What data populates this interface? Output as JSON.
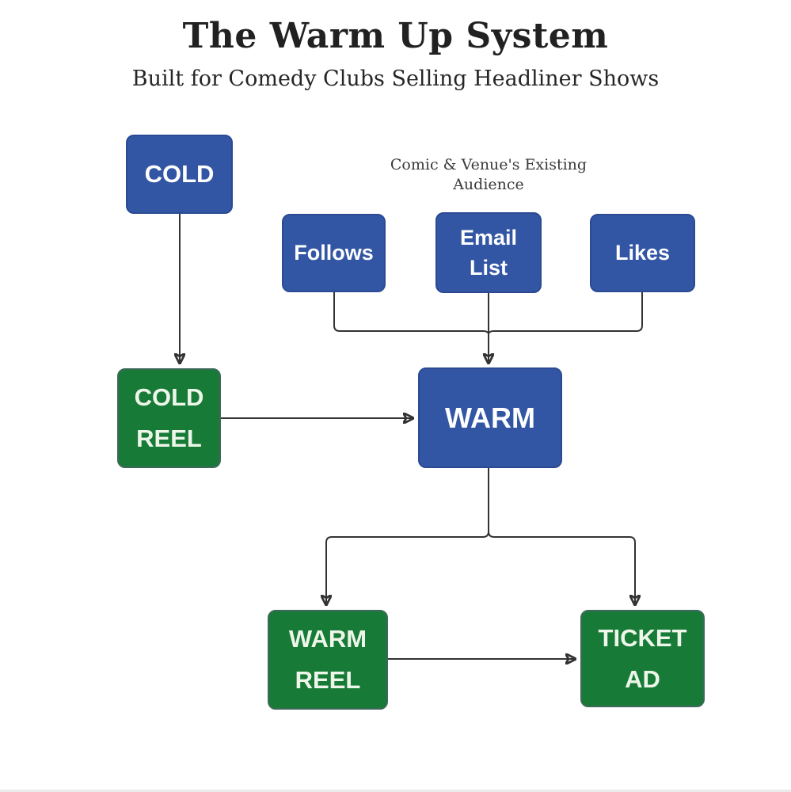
{
  "header": {
    "title": "The Warm Up System",
    "subtitle": "Built for Comedy Clubs Selling Headliner Shows"
  },
  "annotation": {
    "line1": "Comic & Venue's",
    "line2": "Existing Audience"
  },
  "nodes": {
    "cold": {
      "label": "COLD"
    },
    "follows": {
      "label": "Follows"
    },
    "email_list": {
      "line1": "Email",
      "line2": "List"
    },
    "likes": {
      "label": "Likes"
    },
    "cold_reel": {
      "line1": "COLD",
      "line2": "REEL"
    },
    "warm": {
      "label": "WARM"
    },
    "warm_reel": {
      "line1": "WARM",
      "line2": "REEL"
    },
    "ticket_ad": {
      "line1": "TICKET",
      "line2": "AD"
    }
  },
  "edges": [
    {
      "from": "COLD",
      "to": "COLD REEL"
    },
    {
      "from": "Follows",
      "to": "WARM"
    },
    {
      "from": "Email List",
      "to": "WARM"
    },
    {
      "from": "Likes",
      "to": "WARM"
    },
    {
      "from": "COLD REEL",
      "to": "WARM"
    },
    {
      "from": "WARM",
      "to": "WARM REEL"
    },
    {
      "from": "WARM",
      "to": "TICKET AD"
    },
    {
      "from": "WARM REEL",
      "to": "TICKET AD"
    }
  ],
  "colors": {
    "node_blue": "#3356a4",
    "node_blue_border": "#2b4a93",
    "node_green": "#177b37",
    "connector": "#333333",
    "text_on_blue": "#ffffff",
    "text_on_green": "#eef6ea",
    "heading_text": "#212121"
  }
}
